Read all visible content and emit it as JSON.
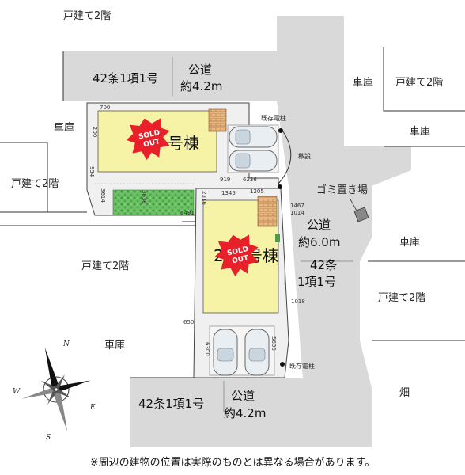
{
  "neighbors": {
    "top_left_house": "戸建て2階",
    "right_top_garage": "車庫",
    "right_top_house": "戸建て2階",
    "right_mid_garage": "車庫",
    "left_garage": "車庫",
    "left_house": "戸建て2階",
    "mid_left_house": "戸建て2階",
    "bottom_left_garage": "車庫",
    "right_lower_garage": "車庫",
    "right_lower_house": "戸建て2階",
    "field": "畑"
  },
  "roads": {
    "top_article": "42条1項1号",
    "top_name": "公道",
    "top_width": "約4.2m",
    "right_name": "公道",
    "right_width": "約6.0m",
    "right_article_1": "42条",
    "right_article_2": "1項1号",
    "bottom_article": "42条1項1号",
    "bottom_name": "公道",
    "bottom_width": "約4.2m"
  },
  "lots": {
    "lot1_number": "1",
    "lot1_suffix": "号棟",
    "lot2_number": "2",
    "lot2_suffix": "号棟",
    "stamp_line1": "SOLD",
    "stamp_line2": "OUT"
  },
  "annotations": {
    "utility_pole_top": "既存電柱",
    "utility_pole_bottom": "既存電柱",
    "relocation": "移設",
    "garbage": "ゴミ置き場"
  },
  "dimensions": {
    "d700": "700",
    "d200": "200",
    "d954": "954",
    "d3614": "3614",
    "d3636": "3636",
    "d6491": "6491",
    "d919": "919",
    "d6236": "6236",
    "d2316": "2316",
    "d1345": "1345",
    "d1205": "1205",
    "d1467": "1467",
    "d1014": "1014",
    "d1018": "1018",
    "d650": "650",
    "d6300": "6300",
    "d5636": "5636"
  },
  "compass": {
    "n": "N",
    "s": "S",
    "e": "E",
    "w": "W"
  },
  "footnote": "※周辺の建物の位置は実際のものとは異なる場合があります。",
  "colors": {
    "road": "#d9d9d9",
    "lot_fill": "#f0f0f0",
    "house": "#f7f3a6",
    "stamp": "#e8202a",
    "garden": "#5fb85a",
    "car": "#e8eef2",
    "brick": "#e0b07a"
  }
}
